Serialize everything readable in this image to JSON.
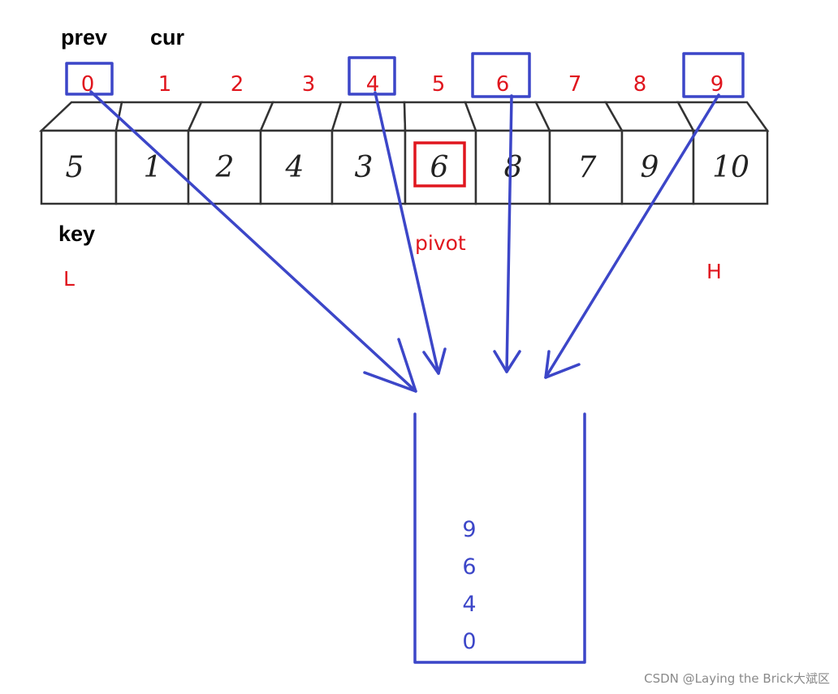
{
  "labels": {
    "prev": "prev",
    "cur": "cur",
    "key": "key",
    "pivot": "pivot",
    "low": "L",
    "high": "H"
  },
  "indices": [
    "0",
    "1",
    "2",
    "3",
    "4",
    "5",
    "6",
    "7",
    "8",
    "9"
  ],
  "cells": [
    "5",
    "1",
    "2",
    "4",
    "3",
    "6",
    "8",
    "7",
    "9",
    "10"
  ],
  "stack": [
    "9",
    "6",
    "4",
    "0"
  ],
  "watermark": "CSDN @Laying the Brick大斌区",
  "colors": {
    "blue": "#3c46c8",
    "red": "#e0161e"
  }
}
